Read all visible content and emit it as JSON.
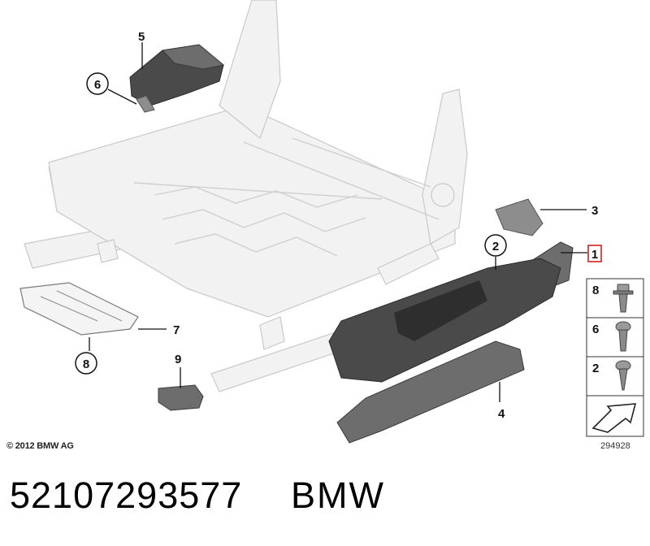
{
  "callouts": {
    "c1": "1",
    "c2": "2",
    "c3": "3",
    "c4": "4",
    "c5": "5",
    "c6": "6",
    "c7": "7",
    "c8": "8",
    "c9": "9"
  },
  "legend": {
    "items": [
      {
        "number": "8",
        "icon": "flange-screw-icon"
      },
      {
        "number": "6",
        "icon": "torx-screw-icon"
      },
      {
        "number": "2",
        "icon": "sheet-metal-screw-icon"
      }
    ],
    "bottom_icon": "arrow-icon"
  },
  "footer": {
    "copyright": "© 2012 BMW AG",
    "diagram_id": "294928"
  },
  "caption": {
    "part_number": "52107293577",
    "brand": "BMW"
  },
  "colors": {
    "highlight": "#cc2222",
    "parts": "#4a4a4a",
    "frame": "#f2f2f2"
  }
}
